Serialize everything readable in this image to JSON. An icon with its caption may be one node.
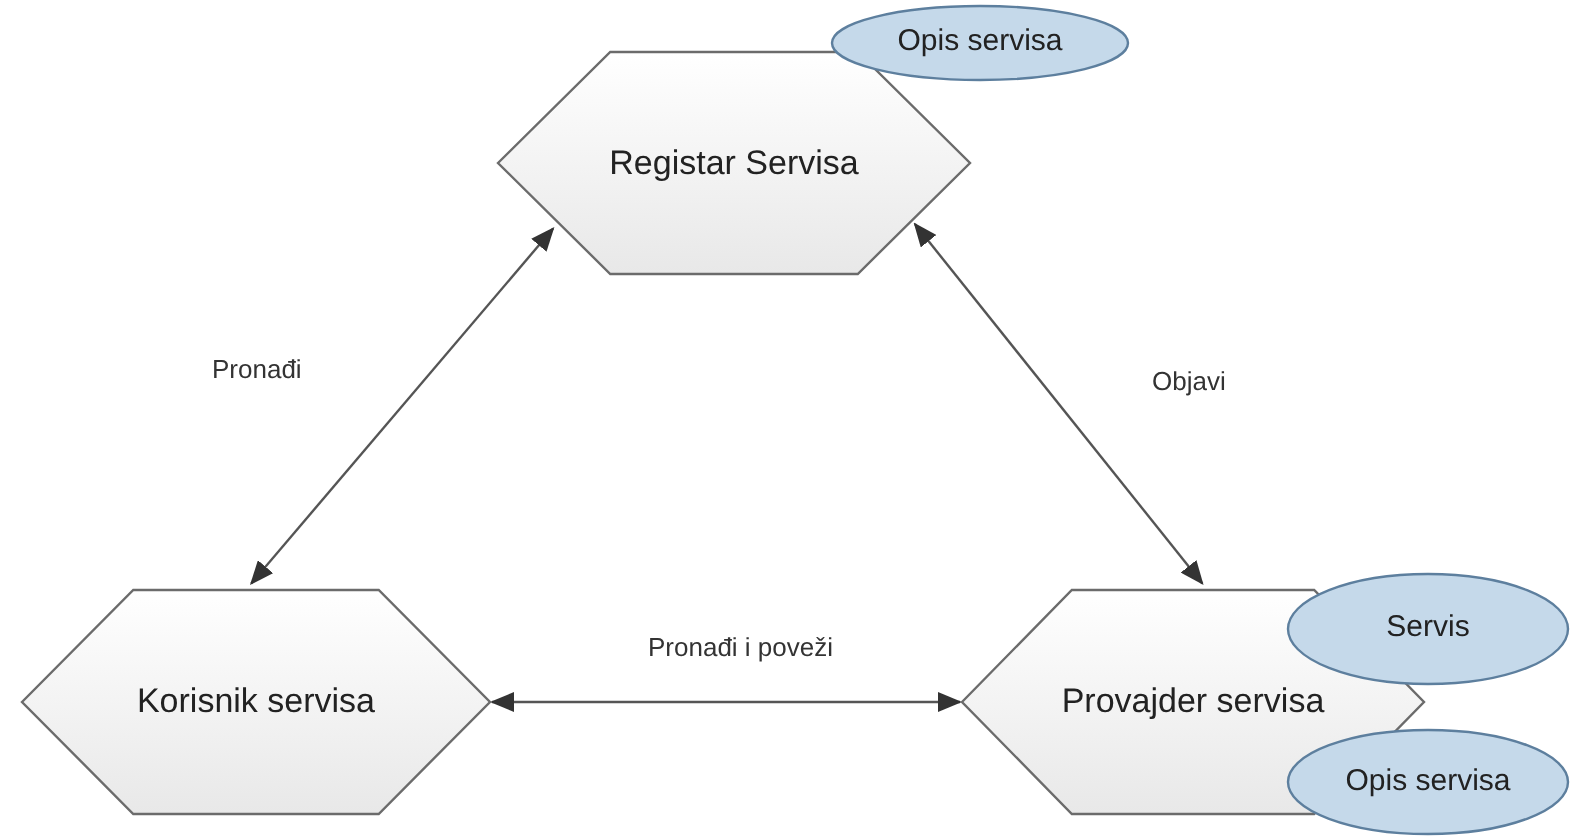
{
  "diagram": {
    "nodes": [
      {
        "text": [
          "Registar Servisa"
        ]
      },
      {
        "text": [
          "Opis servisa"
        ]
      },
      {
        "text": [
          "Korisnik servisa"
        ]
      },
      {
        "text": [
          "Provajder servisa"
        ]
      },
      {
        "text": [
          "Servis"
        ]
      },
      {
        "text": [
          "Opis servisa"
        ]
      }
    ],
    "edges": [
      {
        "from": 2,
        "to": 0,
        "arrow": "both",
        "label": "Pronađi"
      },
      {
        "from": 3,
        "to": 0,
        "arrow": "both",
        "label": "Objavi"
      },
      {
        "from": 2,
        "to": 3,
        "arrow": "both",
        "label": "Pronađi i poveži"
      }
    ]
  }
}
